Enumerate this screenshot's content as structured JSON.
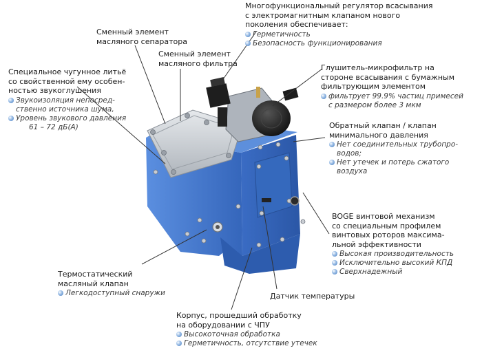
{
  "labels": {
    "regulator": {
      "title": [
        "Многофункциональный регулятор всасывания",
        "с электромагнитным клапаном нового",
        "поколения обеспечивает:"
      ],
      "bullets": [
        "Герметичность",
        "Безопасность функционирования"
      ]
    },
    "separator": {
      "title": [
        "Сменный элемент",
        "масляного сепаратора"
      ]
    },
    "oil_filter": {
      "title": [
        "Сменный элемент",
        "масляного фильтра"
      ]
    },
    "casting": {
      "title": [
        "Специальное чугунное литьё",
        "со свойственной ему особен-",
        "ностью звукоглушения"
      ],
      "bullets": [
        [
          "Звукоизоляция непосред-",
          "ственно источника шума,"
        ],
        [
          "Уровень звукового давления",
          "61 – 72 дБ(А)"
        ]
      ]
    },
    "silencer": {
      "title": [
        "Глушитель-микрофильтр на",
        "стороне всасывания с бумажным",
        "фильтрующим элементом"
      ],
      "bullets": [
        [
          "фильтрует 99.9% частиц примесей",
          "с размером более 3 мкм"
        ]
      ]
    },
    "check_valve": {
      "title": [
        "Обратный клапан / клапан",
        "минимального давления"
      ],
      "bullets": [
        [
          "Нет соединительных трубопро-",
          "водов;"
        ],
        [
          "Нет утечек и потерь сжатого",
          "воздуха"
        ]
      ]
    },
    "screw": {
      "title": [
        "BOGE винтовой механизм",
        "со специальным профилем",
        "винтовых роторов максима-",
        "льной эффективности"
      ],
      "bullets": [
        "Высокая производительность",
        "Исключительно высокий КПД",
        "Сверхнадежный"
      ]
    },
    "thermostat": {
      "title": [
        "Термостатический",
        "масляный клапан"
      ],
      "bullets": [
        "Легкодоступный снаружи"
      ]
    },
    "temp_sensor": {
      "title": [
        "Датчик температуры"
      ]
    },
    "housing": {
      "title": [
        "Корпус, прошедший обработку",
        "на оборудовании с ЧПУ"
      ],
      "bullets": [
        "Высокоточная обработка",
        "Герметичность, отсутствие утечек"
      ]
    }
  },
  "colors": {
    "housing_blue": "#3f73c9",
    "housing_dark": "#2a55a0",
    "cover_metal": "#cfd3d8",
    "bullet": "#3d78c0"
  }
}
